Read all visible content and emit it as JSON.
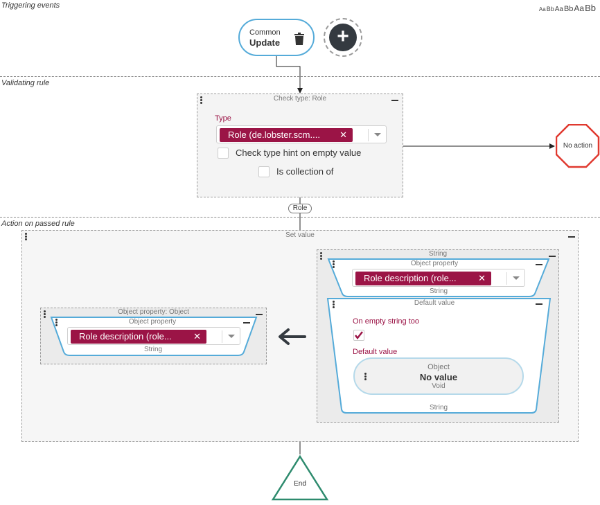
{
  "sections": {
    "triggering": "Triggering events",
    "validating": "Validating rule",
    "action": "Action on passed rule"
  },
  "font_size_samples": [
    "Aa",
    "Bb",
    "Aa",
    "Bb",
    "Aa",
    "Bb"
  ],
  "trigger": {
    "line1": "Common",
    "line2": "Update",
    "delete_icon": "trash-icon",
    "add_icon": "plus-icon"
  },
  "check_type": {
    "title": "Check type: Role",
    "type_label": "Type",
    "type_chip": "Role (de.lobster.scm....",
    "hint_label": "Check type hint on empty value",
    "collection_label": "Is collection of"
  },
  "no_action": "No action",
  "role_tag": "Role",
  "set_value": {
    "title": "Set value",
    "target": {
      "title": "Object property: Object",
      "inner_title": "Object property",
      "chip": "Role description (role...",
      "type": "String"
    },
    "source": {
      "title": "String",
      "prop_title": "Object property",
      "prop_chip": "Role description (role...",
      "prop_type": "String",
      "default_title": "Default value",
      "on_empty_label": "On empty string too",
      "on_empty_checked": true,
      "default_label": "Default value",
      "default_obj_line1": "Object",
      "default_obj_line2": "No value",
      "default_obj_line3": "Void",
      "default_type": "String"
    }
  },
  "end": "End",
  "colors": {
    "accent_blue": "#55abd9",
    "chip_red": "#9b1446",
    "stop_red": "#e0392f",
    "end_green": "#2e8b6e",
    "dark": "#343a40"
  }
}
